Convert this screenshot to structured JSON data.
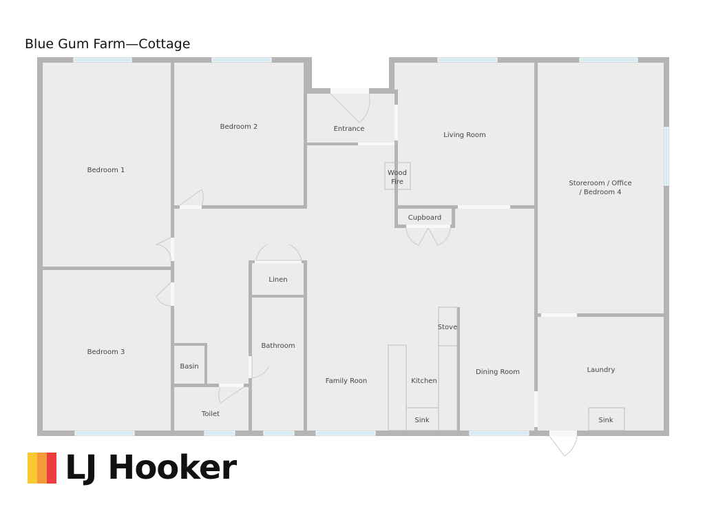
{
  "title": "Blue Gum Farm—Cottage",
  "rooms": {
    "bedroom1": "Bedroom 1",
    "bedroom2": "Bedroom 2",
    "bedroom3": "Bedroom 3",
    "entrance": "Entrance",
    "living": "Living Room",
    "wood_fire_1": "Wood",
    "wood_fire_2": "Fire",
    "cupboard": "Cupboard",
    "storeroom_1": "Storeroom / Office",
    "storeroom_2": "/ Bedroom 4",
    "linen": "Linen",
    "bathroom": "Bathroom",
    "basin": "Basin",
    "toilet": "Toilet",
    "family": "Family Roon",
    "kitchen": "Kitchen",
    "stove": "Stove",
    "sink_kitchen": "Sink",
    "dining": "Dining Room",
    "laundry": "Laundry",
    "sink_laundry": "Sink"
  },
  "logo": {
    "text": "LJ Hooker",
    "colors": [
      "#f9c934",
      "#f59a3a",
      "#ec3d3f"
    ]
  },
  "colors": {
    "wall": "#b4b4b4",
    "floor": "#ececec",
    "window": "#d6eaf3"
  }
}
